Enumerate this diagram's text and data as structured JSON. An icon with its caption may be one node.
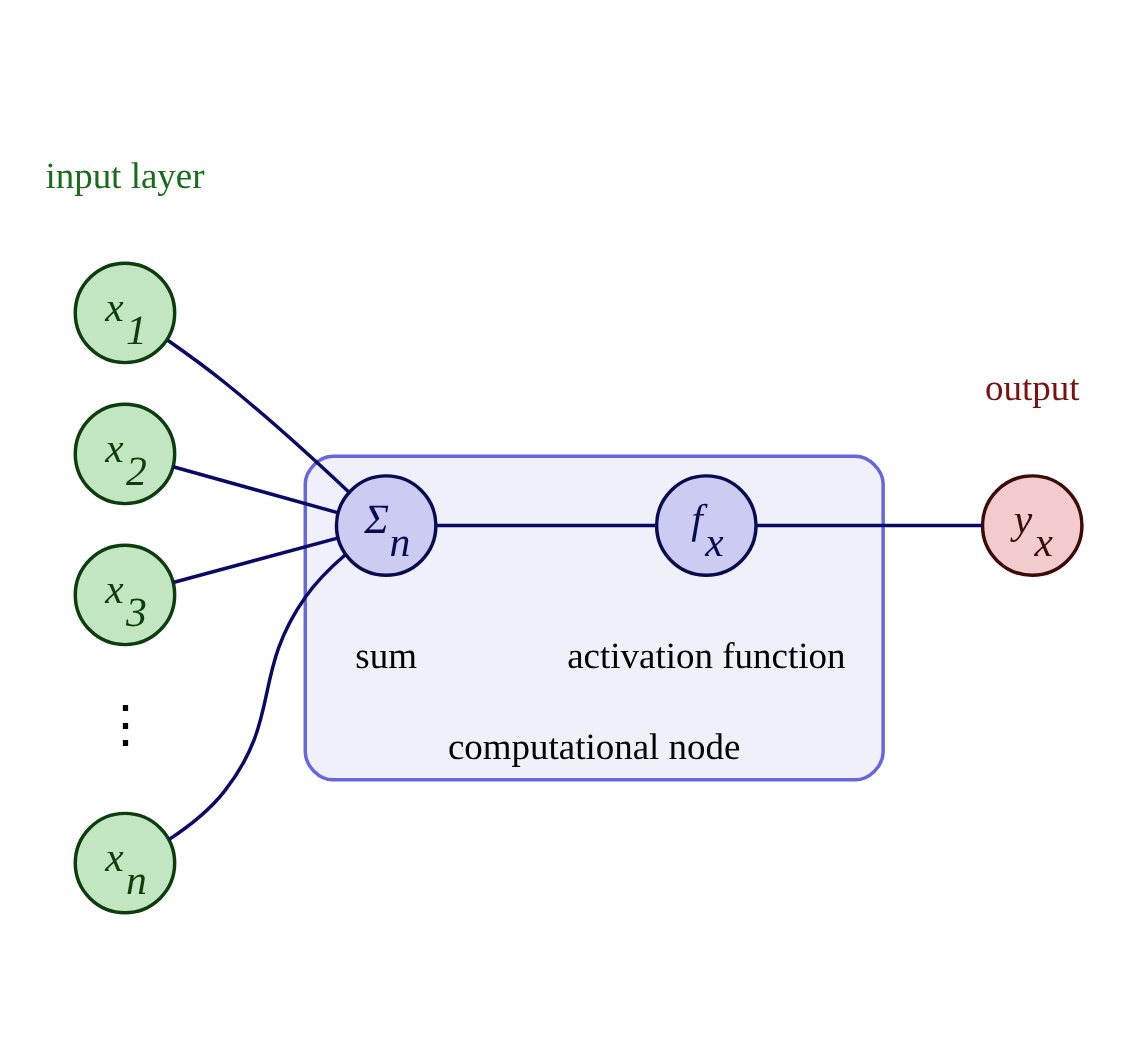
{
  "diagram": {
    "nodes": [
      {
        "text": [
          "computational node"
        ]
      },
      {
        "text": [
          "x$_{1}$"
        ]
      },
      {
        "text": [
          "x$_{2}$"
        ]
      },
      {
        "text": [
          "x$_{3}$"
        ]
      },
      {
        "text": [
          "x$_{n}$"
        ]
      },
      {
        "text": [
          "Σ$_{n}$"
        ],
        "in": 0,
        "beside": [
          "sum"
        ]
      },
      {
        "text": [
          "f$_{x}$"
        ],
        "in": 0,
        "beside": [
          "activation function"
        ]
      },
      {
        "text": [
          "y$_{x}$"
        ],
        "beside": [
          "output"
        ]
      }
    ],
    "edges": [
      {
        "from": 1,
        "to": 5,
        "arrow": "none"
      },
      {
        "from": 2,
        "to": 5,
        "arrow": "none"
      },
      {
        "from": 3,
        "to": 5,
        "arrow": "none"
      },
      {
        "from": 4,
        "to": 5,
        "arrow": "none"
      },
      {
        "from": 5,
        "to": 6,
        "arrow": "none"
      },
      {
        "from": 6,
        "to": 7,
        "arrow": "none"
      }
    ],
    "labels": [
      "input layer",
      "⋮"
    ]
  }
}
